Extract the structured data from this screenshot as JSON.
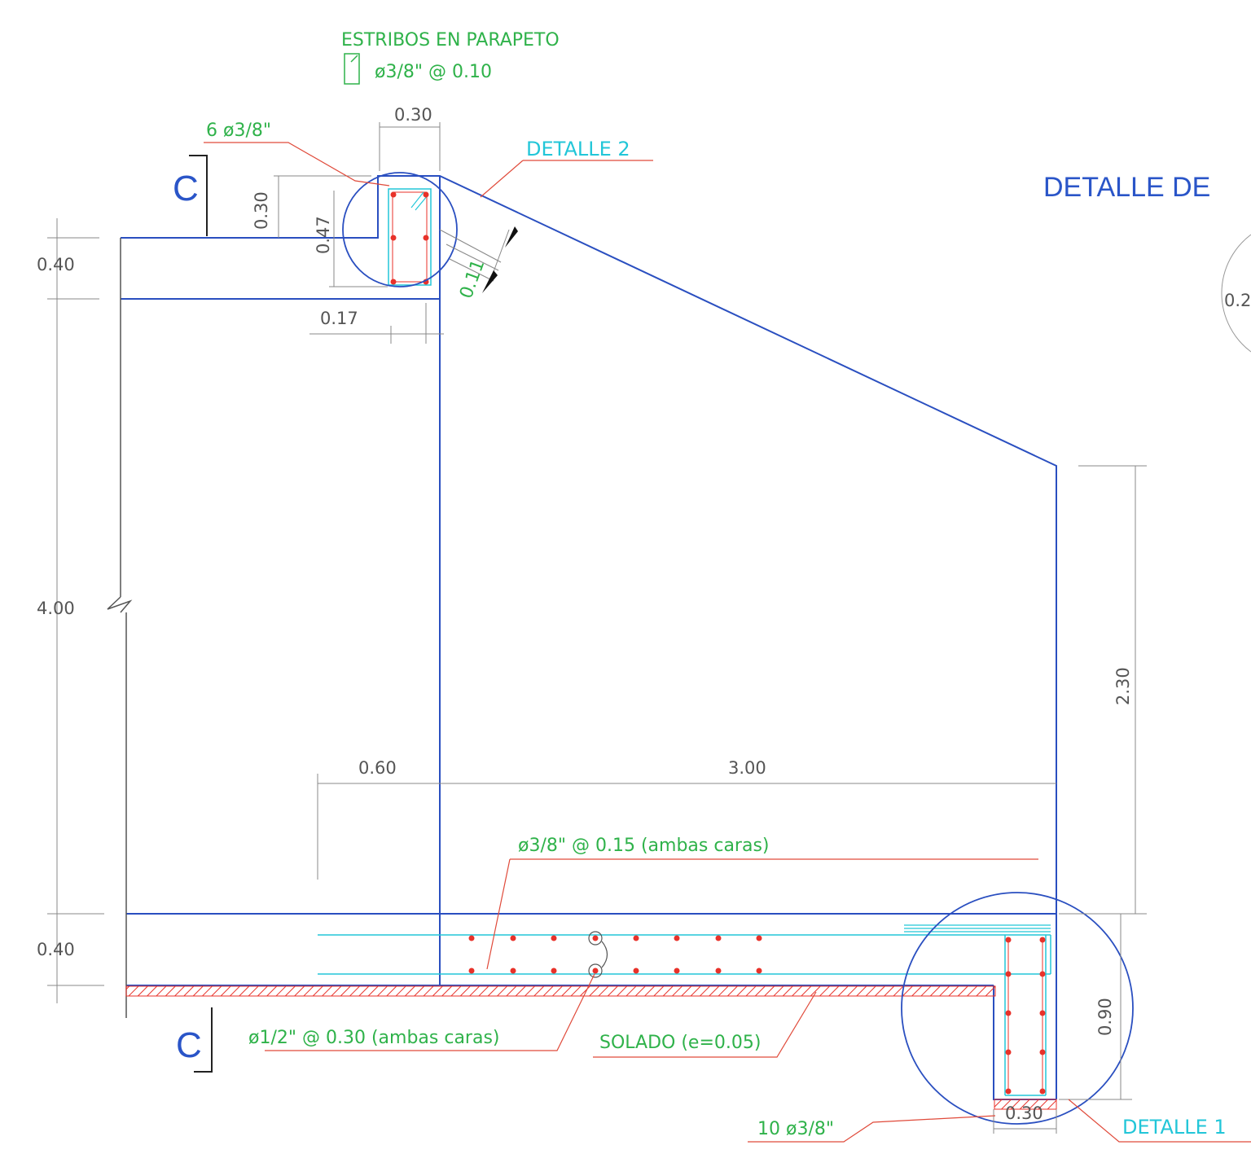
{
  "colors": {
    "outline": "#2a4fc0",
    "rebar": "#e8322a",
    "cyan": "#22c6d8",
    "note_green": "#2fb24a",
    "dimension": "#777777",
    "leader_red": "#e04a3a"
  },
  "title": "DETALLE DE",
  "section_marks": [
    "C",
    "C"
  ],
  "detail_labels": {
    "detail_1": "DETALLE 1",
    "detail_2": "DETALLE 2"
  },
  "notes": {
    "stirrups_title": "ESTRIBOS EN PARAPETO",
    "stirrups_spec": "ø3/8\" @ 0.10",
    "top_bars": "6 ø3/8\"",
    "wall_bars": "ø3/8\" @ 0.15 (ambas caras)",
    "slab_bars": "ø1/2\" @ 0.30 (ambas caras)",
    "solado": "SOLADO (e=0.05)",
    "bottom_bars": "10 ø3/8\""
  },
  "dimensions": {
    "parapet_width": "0.30",
    "parapet_height": "0.30",
    "parapet_total": "0.47",
    "top_slab": "0.40",
    "wall_height": "4.00",
    "bottom_slab": "0.40",
    "setback": "0.17",
    "thickness": "0.11",
    "left_span": "0.60",
    "main_span": "3.00",
    "right_height": "2.30",
    "footing_depth": "0.90",
    "footing_width": "0.30",
    "partial_right": "0.2"
  }
}
